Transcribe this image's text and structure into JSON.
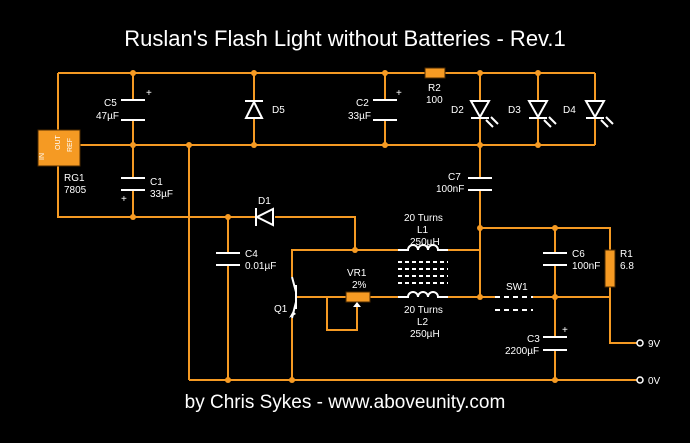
{
  "title": "Ruslan's Flash Light without Batteries - Rev.1",
  "credit": "by Chris Sykes - www.aboveunity.com",
  "colors": {
    "wire": "#f59a23",
    "component": "#ffffff",
    "background": "#000000"
  },
  "components": {
    "rg1": {
      "ref": "RG1",
      "value": "7805",
      "pin_in": "IN",
      "pin_out": "OUT",
      "pin_ref": "REF"
    },
    "c5": {
      "ref": "C5",
      "value": "47µF"
    },
    "c1": {
      "ref": "C1",
      "value": "33µF"
    },
    "d5": {
      "ref": "D5"
    },
    "c2": {
      "ref": "C2",
      "value": "33µF"
    },
    "r2": {
      "ref": "R2",
      "value": "100"
    },
    "d2": {
      "ref": "D2"
    },
    "d3": {
      "ref": "D3"
    },
    "d4": {
      "ref": "D4"
    },
    "c7": {
      "ref": "C7",
      "value": "100nF"
    },
    "d1": {
      "ref": "D1"
    },
    "c4": {
      "ref": "C4",
      "value": "0.01µF"
    },
    "l1": {
      "turns": "20 Turns",
      "ref": "L1",
      "value": "250µH"
    },
    "l2": {
      "turns": "20 Turns",
      "ref": "L2",
      "value": "250µH"
    },
    "vr1": {
      "ref": "VR1",
      "value": "2%"
    },
    "q1": {
      "ref": "Q1"
    },
    "sw1": {
      "ref": "SW1"
    },
    "c6": {
      "ref": "C6",
      "value": "100nF"
    },
    "r1": {
      "ref": "R1",
      "value": "6.8"
    },
    "c3": {
      "ref": "C3",
      "value": "2200µF"
    },
    "plus": "+"
  },
  "terminals": {
    "v9": "9V",
    "v0": "0V"
  }
}
